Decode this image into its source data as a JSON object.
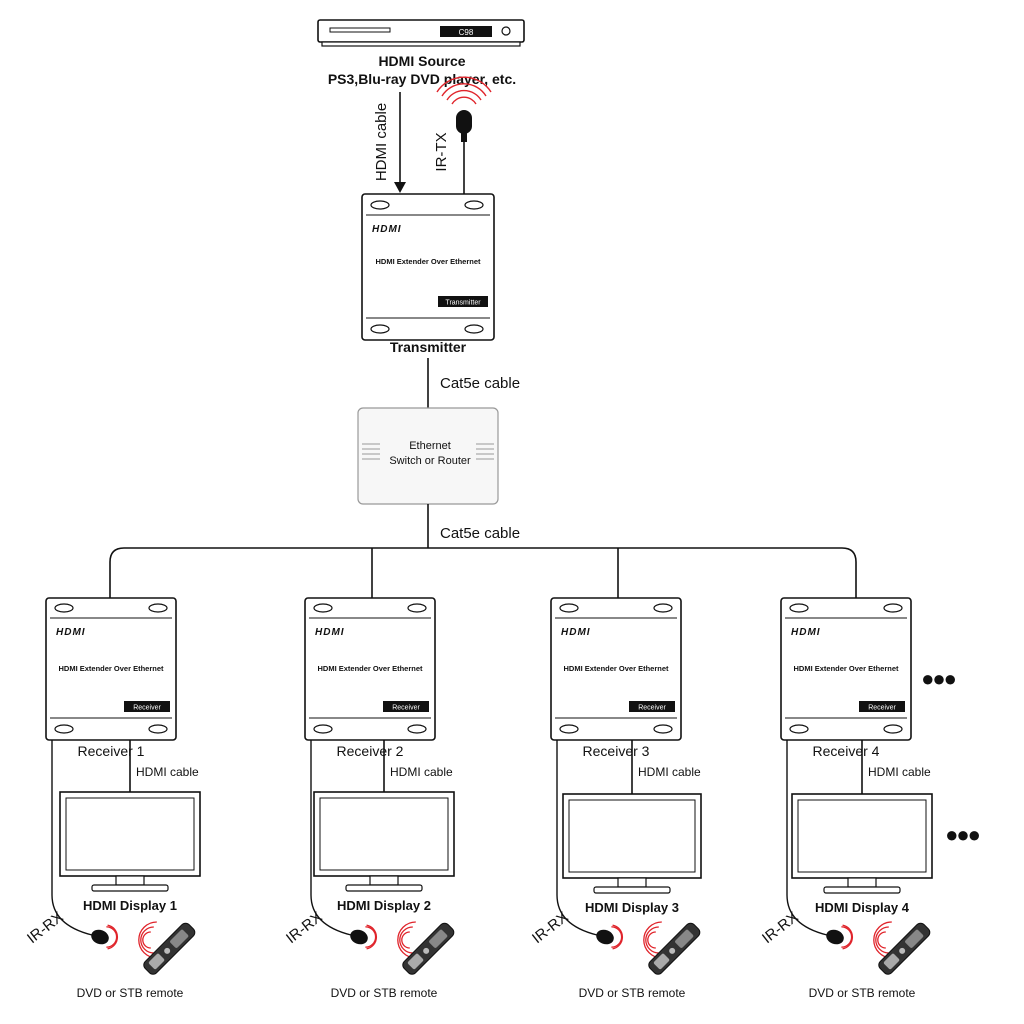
{
  "source": {
    "display_text": "C98",
    "label_line1": "HDMI Source",
    "label_line2": "PS3,Blu-ray DVD player, etc."
  },
  "cables": {
    "hdmi_in": "HDMI cable",
    "ir_tx": "IR-TX",
    "cat5e_top": "Cat5e cable",
    "cat5e_bottom": "Cat5e cable"
  },
  "transmitter": {
    "logo": "HDMI",
    "title": "HDMI Extender Over Ethernet",
    "badge": "Transmitter",
    "caption": "Transmitter"
  },
  "switch": {
    "line1": "Ethernet",
    "line2": "Switch or Router"
  },
  "receivers": [
    {
      "logo": "HDMI",
      "title": "HDMI Extender Over Ethernet",
      "badge": "Receiver",
      "caption": "Receiver 1",
      "cable": "HDMI cable",
      "display": "HDMI Display 1",
      "ir_rx": "IR-RX",
      "remote": "DVD or STB remote"
    },
    {
      "logo": "HDMI",
      "title": "HDMI Extender Over Ethernet",
      "badge": "Receiver",
      "caption": "Receiver 2",
      "cable": "HDMI cable",
      "display": "HDMI Display 2",
      "ir_rx": "IR-RX",
      "remote": "DVD or STB remote"
    },
    {
      "logo": "HDMI",
      "title": "HDMI Extender Over Ethernet",
      "badge": "Receiver",
      "caption": "Receiver 3",
      "cable": "HDMI cable",
      "display": "HDMI Display 3",
      "ir_rx": "IR-RX",
      "remote": "DVD or STB remote"
    },
    {
      "logo": "HDMI",
      "title": "HDMI Extender Over Ethernet",
      "badge": "Receiver",
      "caption": "Receiver 4",
      "cable": "HDMI cable",
      "display": "HDMI Display 4",
      "ir_rx": "IR-RX",
      "remote": "DVD or STB remote"
    }
  ],
  "more_indicator": "●●●",
  "colors": {
    "ir_wave": "#e0242b",
    "device_fill": "#ffffff",
    "switch_fill": "#f7f7f7",
    "line": "#111111"
  },
  "icons": {
    "source": "dvd-player-icon",
    "ir_emitter": "ir-emitter-icon",
    "ir_receiver": "ir-receiver-icon",
    "remote": "remote-control-icon",
    "display": "monitor-icon"
  }
}
